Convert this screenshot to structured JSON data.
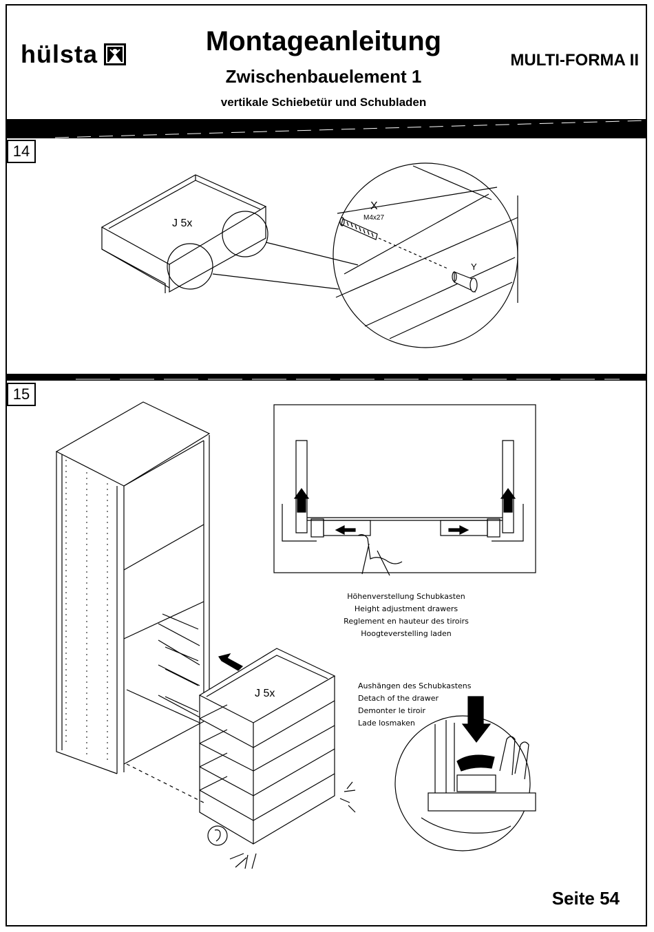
{
  "header": {
    "brand": "hülsta",
    "title": "Montageanleitung",
    "subtitle": "Zwischenbauelement 1",
    "description": "vertikale Schiebetür und Schubladen",
    "product": "MULTI-FORMA II"
  },
  "steps": [
    {
      "number": "14",
      "quantity": "J 5x",
      "part_x_label": "X",
      "part_x_spec": "M4x27",
      "part_y_label": "Y"
    },
    {
      "number": "15",
      "quantity": "J 5x",
      "height_adjust": [
        "Höhenverstellung Schubkasten",
        "Height adjustment drawers",
        "Reglement en hauteur des tiroirs",
        "Hoogteverstelling laden"
      ],
      "detach": [
        "Aushängen des Schubkastens",
        "Detach of the drawer",
        "Demonter le tiroir",
        "Lade losmaken"
      ]
    }
  ],
  "footer": {
    "page": "Seite 54"
  }
}
